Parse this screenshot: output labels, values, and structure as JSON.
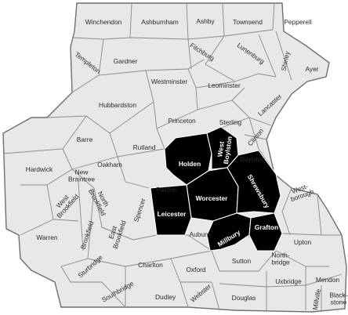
{
  "map": {
    "colors": {
      "land": "#e8e8e8",
      "highlight": "#3e55b5",
      "border": "#8a8a8a",
      "border_highlight": "#ffffff",
      "background": "#ffffff"
    },
    "towns": [
      {
        "name": "Winchendon",
        "highlighted": false
      },
      {
        "name": "Ashburnham",
        "highlighted": false
      },
      {
        "name": "Ashby",
        "highlighted": false
      },
      {
        "name": "Townsend",
        "highlighted": false
      },
      {
        "name": "Pepperell",
        "highlighted": false
      },
      {
        "name": "Templeton",
        "highlighted": false
      },
      {
        "name": "Gardner",
        "highlighted": false
      },
      {
        "name": "Fitchburg",
        "highlighted": false
      },
      {
        "name": "Lunenburg",
        "highlighted": false
      },
      {
        "name": "Shirley",
        "highlighted": false
      },
      {
        "name": "Ayer",
        "highlighted": false
      },
      {
        "name": "Westminster",
        "highlighted": false
      },
      {
        "name": "Leominster",
        "highlighted": false
      },
      {
        "name": "Hubbardston",
        "highlighted": false
      },
      {
        "name": "Lancaster",
        "highlighted": false
      },
      {
        "name": "Princeton",
        "highlighted": false
      },
      {
        "name": "Sterling",
        "highlighted": false
      },
      {
        "name": "Barre",
        "highlighted": false
      },
      {
        "name": "Clinton",
        "highlighted": false
      },
      {
        "name": "Rutland",
        "highlighted": false
      },
      {
        "name": "Holden",
        "highlighted": true
      },
      {
        "name": "West Boylston",
        "highlighted": true
      },
      {
        "name": "Boylston",
        "highlighted": false
      },
      {
        "name": "Hardwick",
        "highlighted": false
      },
      {
        "name": "Oakham",
        "highlighted": false
      },
      {
        "name": "New Braintree",
        "highlighted": false
      },
      {
        "name": "Paxton",
        "highlighted": false
      },
      {
        "name": "Worcester",
        "highlighted": true
      },
      {
        "name": "Shrewsbury",
        "highlighted": true
      },
      {
        "name": "Westborough",
        "highlighted": false
      },
      {
        "name": "West Brookfield",
        "highlighted": false
      },
      {
        "name": "North Brookfield",
        "highlighted": false
      },
      {
        "name": "Spencer",
        "highlighted": false
      },
      {
        "name": "Leicester",
        "highlighted": true
      },
      {
        "name": "Warren",
        "highlighted": false
      },
      {
        "name": "Brookfield",
        "highlighted": false
      },
      {
        "name": "East Brookfield",
        "highlighted": false
      },
      {
        "name": "Auburn",
        "highlighted": false
      },
      {
        "name": "Millbury",
        "highlighted": true
      },
      {
        "name": "Grafton",
        "highlighted": true
      },
      {
        "name": "Upton",
        "highlighted": false
      },
      {
        "name": "Sturbridge",
        "highlighted": false
      },
      {
        "name": "Charlton",
        "highlighted": false
      },
      {
        "name": "Oxford",
        "highlighted": false
      },
      {
        "name": "Sutton",
        "highlighted": false
      },
      {
        "name": "Northbridge",
        "highlighted": false
      },
      {
        "name": "Southbridge",
        "highlighted": false
      },
      {
        "name": "Dudley",
        "highlighted": false
      },
      {
        "name": "Webster",
        "highlighted": false
      },
      {
        "name": "Douglas",
        "highlighted": false
      },
      {
        "name": "Uxbridge",
        "highlighted": false
      },
      {
        "name": "Mendon",
        "highlighted": false
      },
      {
        "name": "Millville",
        "highlighted": false
      },
      {
        "name": "Blackstone",
        "highlighted": false
      }
    ],
    "labels": [
      {
        "id": "winchendon",
        "lines": [
          "Winchendon"
        ]
      },
      {
        "id": "ashburnham",
        "lines": [
          "Ashburnham"
        ]
      },
      {
        "id": "ashby",
        "lines": [
          "Ashby"
        ]
      },
      {
        "id": "townsend",
        "lines": [
          "Townsend"
        ]
      },
      {
        "id": "pepperell",
        "lines": [
          "Pepperell"
        ]
      },
      {
        "id": "templeton",
        "lines": [
          "Templeton"
        ]
      },
      {
        "id": "gardner",
        "lines": [
          "Gardner"
        ]
      },
      {
        "id": "fitchburg",
        "lines": [
          "Fitchburg"
        ]
      },
      {
        "id": "lunenburg",
        "lines": [
          "Lunenburg"
        ]
      },
      {
        "id": "shirley",
        "lines": [
          "Shirley"
        ]
      },
      {
        "id": "ayer",
        "lines": [
          "Ayer"
        ]
      },
      {
        "id": "westminster",
        "lines": [
          "Westminster"
        ]
      },
      {
        "id": "leominster",
        "lines": [
          "Leominster"
        ]
      },
      {
        "id": "hubbardston",
        "lines": [
          "Hubbardston"
        ]
      },
      {
        "id": "lancaster",
        "lines": [
          "Lancaster"
        ]
      },
      {
        "id": "princeton",
        "lines": [
          "Princeton"
        ]
      },
      {
        "id": "sterling",
        "lines": [
          "Sterling"
        ]
      },
      {
        "id": "barre",
        "lines": [
          "Barre"
        ]
      },
      {
        "id": "clinton",
        "lines": [
          "Clinton"
        ]
      },
      {
        "id": "rutland",
        "lines": [
          "Rutland"
        ]
      },
      {
        "id": "holden",
        "lines": [
          "Holden"
        ]
      },
      {
        "id": "westboylston",
        "lines": [
          "West",
          "Boylston"
        ]
      },
      {
        "id": "boylston",
        "lines": [
          "Boylston"
        ]
      },
      {
        "id": "hardwick",
        "lines": [
          "Hardwick"
        ]
      },
      {
        "id": "oakham",
        "lines": [
          "Oakham"
        ]
      },
      {
        "id": "newbraintree",
        "lines": [
          "New",
          "Braintree"
        ]
      },
      {
        "id": "paxton",
        "lines": [
          "Paxton"
        ]
      },
      {
        "id": "worcester",
        "lines": [
          "Worcester"
        ]
      },
      {
        "id": "shrewsbury",
        "lines": [
          "Shrewsbury"
        ]
      },
      {
        "id": "westborough",
        "lines": [
          "West-",
          "borough"
        ]
      },
      {
        "id": "westbrookfield",
        "lines": [
          "West",
          "Brookfield"
        ]
      },
      {
        "id": "northbrookfield",
        "lines": [
          "North",
          "Brookfield"
        ]
      },
      {
        "id": "spencer",
        "lines": [
          "Spencer"
        ]
      },
      {
        "id": "leicester",
        "lines": [
          "Leicester"
        ]
      },
      {
        "id": "warren",
        "lines": [
          "Warren"
        ]
      },
      {
        "id": "brookfield",
        "lines": [
          "Brookfield"
        ]
      },
      {
        "id": "eastbrookfield",
        "lines": [
          "East",
          "Brookfield"
        ]
      },
      {
        "id": "auburn",
        "lines": [
          "Auburn"
        ]
      },
      {
        "id": "millbury",
        "lines": [
          "Millbury"
        ]
      },
      {
        "id": "grafton",
        "lines": [
          "Grafton"
        ]
      },
      {
        "id": "upton",
        "lines": [
          "Upton"
        ]
      },
      {
        "id": "sturbridge",
        "lines": [
          "Sturbridge"
        ]
      },
      {
        "id": "charlton",
        "lines": [
          "Charlton"
        ]
      },
      {
        "id": "oxford",
        "lines": [
          "Oxford"
        ]
      },
      {
        "id": "sutton",
        "lines": [
          "Sutton"
        ]
      },
      {
        "id": "northbridge",
        "lines": [
          "North-",
          "bridge"
        ]
      },
      {
        "id": "southbridge",
        "lines": [
          "Southbridge"
        ]
      },
      {
        "id": "dudley",
        "lines": [
          "Dudley"
        ]
      },
      {
        "id": "webster",
        "lines": [
          "Webster"
        ]
      },
      {
        "id": "douglas",
        "lines": [
          "Douglas"
        ]
      },
      {
        "id": "uxbridge",
        "lines": [
          "Uxbridge"
        ]
      },
      {
        "id": "mendon",
        "lines": [
          "Mendon"
        ]
      },
      {
        "id": "millville",
        "lines": [
          "Millville"
        ]
      },
      {
        "id": "blackstone",
        "lines": [
          "Black-",
          "stone"
        ]
      }
    ]
  }
}
